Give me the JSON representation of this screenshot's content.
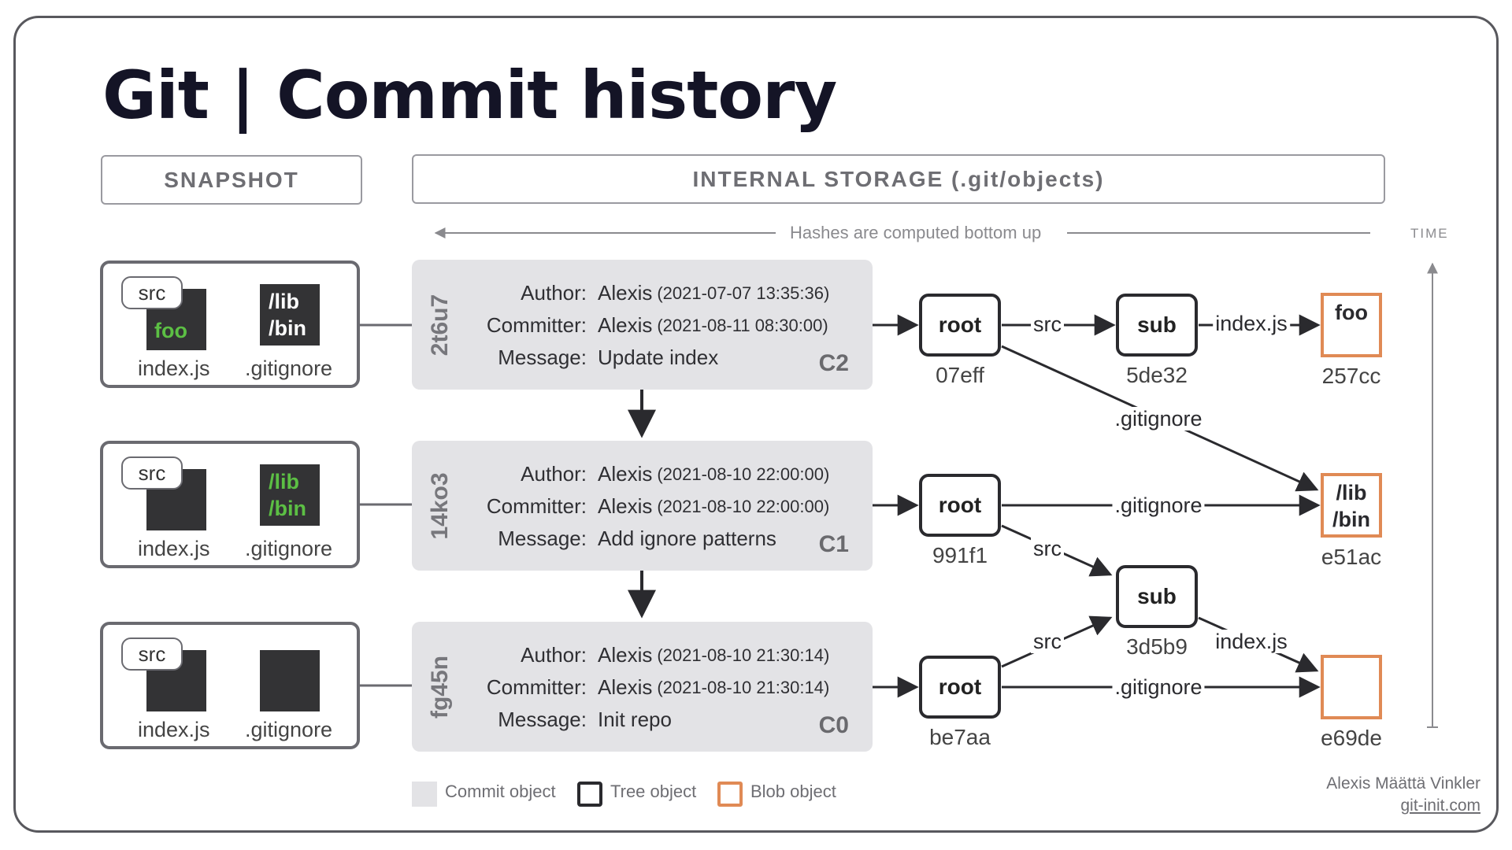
{
  "title": "Git | Commit history",
  "headers": {
    "snapshot": "SNAPSHOT",
    "storage": "INTERNAL STORAGE (.git/objects)"
  },
  "hashes_note": "Hashes are computed bottom up",
  "time_label": "TIME",
  "snapshots": [
    {
      "folder": "src",
      "file_a_name": "index.js",
      "file_a_content": "foo",
      "file_b_name": ".gitignore",
      "file_b_lines": [
        "/lib",
        "/bin"
      ],
      "file_b_highlight": false
    },
    {
      "folder": "src",
      "file_a_name": "index.js",
      "file_a_content": "",
      "file_b_name": ".gitignore",
      "file_b_lines": [
        "/lib",
        "/bin"
      ],
      "file_b_highlight": true
    },
    {
      "folder": "src",
      "file_a_name": "index.js",
      "file_a_content": "",
      "file_b_name": ".gitignore",
      "file_b_lines": [],
      "file_b_highlight": false
    }
  ],
  "commits": [
    {
      "hash": "2t6u7",
      "id": "C2",
      "author_key": "Author:",
      "author": "Alexis",
      "author_time": "(2021-07-07 13:35:36)",
      "committer_key": "Committer:",
      "committer": "Alexis",
      "committer_time": "(2021-08-11 08:30:00)",
      "message_key": "Message:",
      "message": "Update index"
    },
    {
      "hash": "14ko3",
      "id": "C1",
      "author_key": "Author:",
      "author": "Alexis",
      "author_time": "(2021-08-10 22:00:00)",
      "committer_key": "Committer:",
      "committer": "Alexis",
      "committer_time": "(2021-08-10 22:00:00)",
      "message_key": "Message:",
      "message": "Add ignore patterns"
    },
    {
      "hash": "fg45n",
      "id": "C0",
      "author_key": "Author:",
      "author": "Alexis",
      "author_time": "(2021-08-10 21:30:14)",
      "committer_key": "Committer:",
      "committer": "Alexis",
      "committer_time": "(2021-08-10 21:30:14)",
      "message_key": "Message:",
      "message": "Init repo"
    }
  ],
  "trees": {
    "root_c2": {
      "label": "root",
      "hash": "07eff"
    },
    "sub_c2": {
      "label": "sub",
      "hash": "5de32"
    },
    "root_c1": {
      "label": "root",
      "hash": "991f1"
    },
    "sub_shared": {
      "label": "sub",
      "hash": "3d5b9"
    },
    "root_c0": {
      "label": "root",
      "hash": "be7aa"
    }
  },
  "blobs": {
    "foo": {
      "lines": [
        "foo"
      ],
      "hash": "257cc"
    },
    "libbin": {
      "lines": [
        "/lib",
        "/bin"
      ],
      "hash": "e51ac"
    },
    "empty": {
      "lines": [],
      "hash": "e69de"
    }
  },
  "edge_labels": {
    "src_c2": "src",
    "indexjs_c2": "index.js",
    "gitignore_c2": ".gitignore",
    "gitignore_c1": ".gitignore",
    "src_c1": "src",
    "src_c0": "src",
    "indexjs_shared": "index.js",
    "gitignore_c0": ".gitignore"
  },
  "legend": {
    "commit": "Commit object",
    "tree": "Tree object",
    "blob": "Blob object"
  },
  "credit": {
    "author": "Alexis Määttä Vinkler",
    "site": "git-init.com"
  },
  "colors": {
    "blob_border": "#e08a55",
    "highlight_text": "#5cbf44",
    "commit_fill": "#e3e3e6",
    "ink": "#2a2a2e"
  }
}
